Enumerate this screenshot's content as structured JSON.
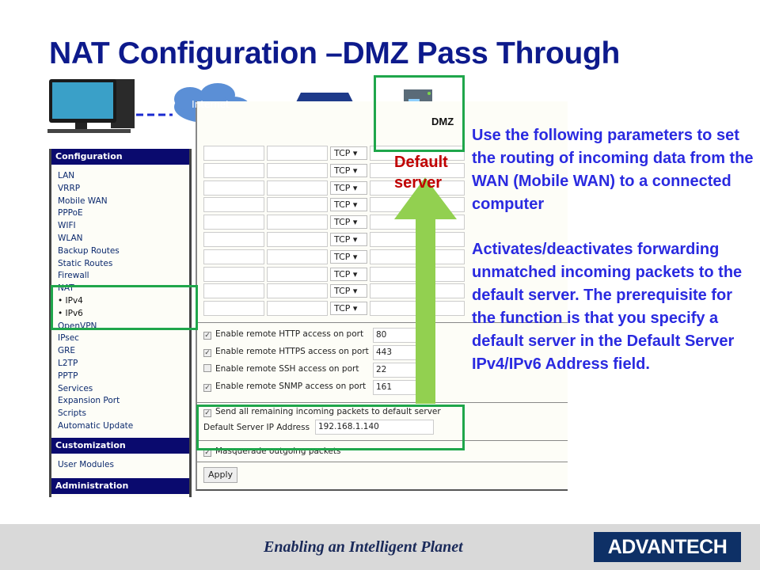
{
  "title": "NAT Configuration –DMZ Pass Through",
  "diagram": {
    "cloud_label": "Internet",
    "dmz_label": "DMZ",
    "default_server_label": "Default server"
  },
  "sidebar": {
    "configuration_header": "Configuration",
    "items": [
      "LAN",
      "VRRP",
      "Mobile WAN",
      "PPPoE",
      "WIFI",
      "WLAN",
      "Backup Routes",
      "Static Routes",
      "Firewall",
      "NAT",
      "• IPv4",
      "• IPv6",
      "OpenVPN",
      "IPsec",
      "GRE",
      "L2TP",
      "PPTP",
      "Services",
      "Expansion Port",
      "Scripts",
      "Automatic Update"
    ],
    "customization_header": "Customization",
    "customization_items": [
      "User Modules"
    ],
    "administration_header": "Administration"
  },
  "form": {
    "protocol_rows": [
      "TCP",
      "TCP",
      "TCP",
      "TCP",
      "TCP",
      "TCP",
      "TCP",
      "TCP",
      "TCP",
      "TCP"
    ],
    "remote_access": [
      {
        "label": "Enable remote HTTP access on port",
        "port": "80",
        "checked": true
      },
      {
        "label": "Enable remote HTTPS access on port",
        "port": "443",
        "checked": true
      },
      {
        "label": "Enable remote SSH access on port",
        "port": "22",
        "checked": false
      },
      {
        "label": "Enable remote SNMP access on port",
        "port": "161",
        "checked": true
      }
    ],
    "send_remaining_label": "Send all remaining incoming packets to default server",
    "default_server_label": "Default Server IP Address",
    "default_server_value": "192.168.1.140",
    "masquerade_label": "Masquerade outgoing packets",
    "apply_label": "Apply"
  },
  "description": {
    "p1": "Use the following parameters to set the routing of incoming data from the WAN (Mobile WAN) to a connected computer",
    "p2": "Activates/deactivates forwarding unmatched incoming packets to the default server. The prerequisite for the function is that you specify a default server in the Default Server IPv4/IPv6 Address field."
  },
  "footer": {
    "slogan": "Enabling an Intelligent Planet",
    "logo": "ADVANTECH"
  },
  "colors": {
    "title": "#0d1a8c",
    "accent_text": "#2a2ae0",
    "highlight": "#1fa64b",
    "arrow": "#92d050",
    "red": "#c00000",
    "navy": "#0a0a6e"
  }
}
